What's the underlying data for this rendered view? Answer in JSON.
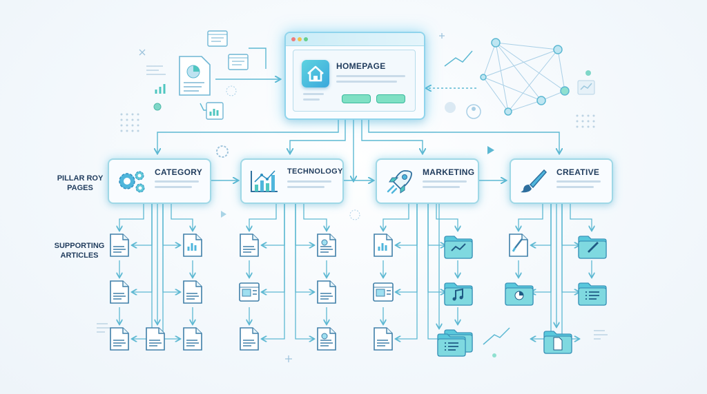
{
  "homepage": {
    "label": "HOMEPAGE"
  },
  "pillars": [
    {
      "label": "CATEGORY",
      "icon": "gears-icon"
    },
    {
      "label": "TECHNOLOGY",
      "icon": "chart-icon"
    },
    {
      "label": "MARKETING",
      "icon": "rocket-icon"
    },
    {
      "label": "CREATIVE",
      "icon": "paintbrush-icon"
    }
  ],
  "side_labels": {
    "pillar": "PILLAR ROY\nPAGES",
    "supporting": "SUPPORTING\nARTICLES"
  },
  "colors": {
    "accent": "#3fb8d6",
    "line": "#5cb8d2",
    "green": "#4fd0a8",
    "title": "#1f3b5c"
  }
}
